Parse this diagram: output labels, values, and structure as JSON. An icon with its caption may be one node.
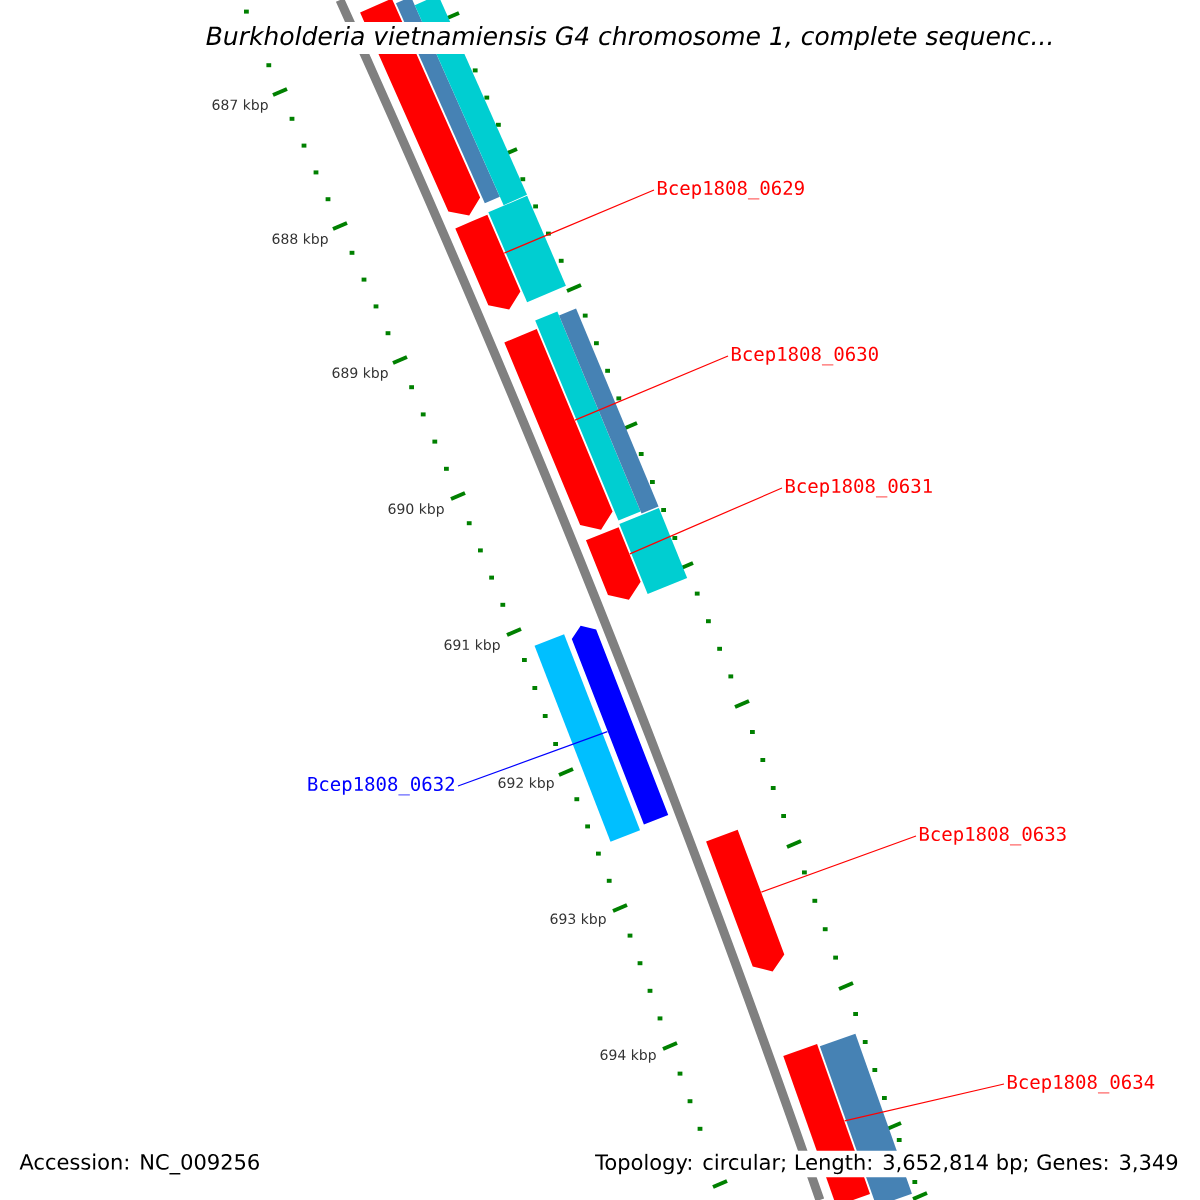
{
  "diagram": {
    "title": "Burkholderia vietnamiensis G4 chromosome 1, complete sequenc...",
    "nodes": [
      {
        "text": [
          "Bcep1808_0629"
        ]
      },
      {
        "text": [
          "Bcep1808_0630"
        ]
      },
      {
        "text": [
          "Bcep1808_0631"
        ]
      },
      {
        "text": [
          "Bcep1808_0632"
        ]
      },
      {
        "text": [
          "Bcep1808_0633"
        ]
      },
      {
        "text": [
          "Bcep1808_0634"
        ]
      },
      {
        "text": [],
        "shape": "bar"
      },
      {
        "text": [],
        "shape": "bar"
      },
      {
        "text": [],
        "shape": "bar"
      },
      {
        "text": [],
        "shape": "bar"
      },
      {
        "text": [],
        "shape": "bar"
      },
      {
        "text": [],
        "shape": "bar"
      },
      {
        "text": [],
        "shape": "bar"
      },
      {
        "text": [],
        "shape": "bar"
      },
      {
        "text": [],
        "shape": "bar"
      },
      {
        "text": [],
        "shape": "bar"
      },
      {
        "text": [],
        "shape": "bar"
      },
      {
        "text": [],
        "shape": "bar"
      },
      {
        "text": [],
        "shape": "bar"
      },
      {
        "text": [],
        "shape": "bar"
      },
      {
        "text": [],
        "shape": "bar"
      }
    ],
    "edges": [
      {
        "from": 0,
        "to": 9,
        "arrow": "none"
      },
      {
        "from": 1,
        "to": 13,
        "arrow": "none"
      },
      {
        "from": 2,
        "to": 15,
        "arrow": "none"
      },
      {
        "from": 3,
        "to": 17,
        "arrow": "none",
        "color": "#0000ff"
      },
      {
        "from": 4,
        "to": 18,
        "arrow": "none"
      },
      {
        "from": 5,
        "to": 20,
        "arrow": "none"
      }
    ],
    "labels": [
      "687 kbp",
      "688 kbp",
      "689 kbp",
      "690 kbp",
      "691 kbp",
      "692 kbp",
      "693 kbp",
      "694 kbp",
      "Accession: NC_009256",
      "Topology: circular; Length: 3,652,814 bp; Genes: 3,349"
    ]
  }
}
